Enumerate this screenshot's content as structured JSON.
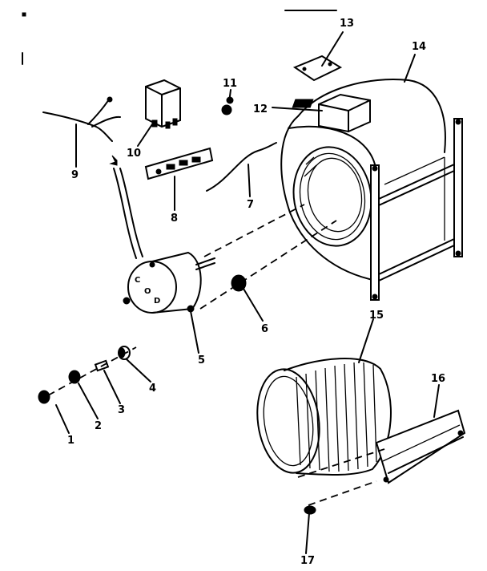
{
  "parts": [
    {
      "number": "1"
    },
    {
      "number": "2"
    },
    {
      "number": "3"
    },
    {
      "number": "4"
    },
    {
      "number": "5"
    },
    {
      "number": "6"
    },
    {
      "number": "7"
    },
    {
      "number": "8"
    },
    {
      "number": "9"
    },
    {
      "number": "10"
    },
    {
      "number": "11"
    },
    {
      "number": "12"
    },
    {
      "number": "13"
    },
    {
      "number": "14"
    },
    {
      "number": "15"
    },
    {
      "number": "16"
    },
    {
      "number": "17"
    }
  ]
}
